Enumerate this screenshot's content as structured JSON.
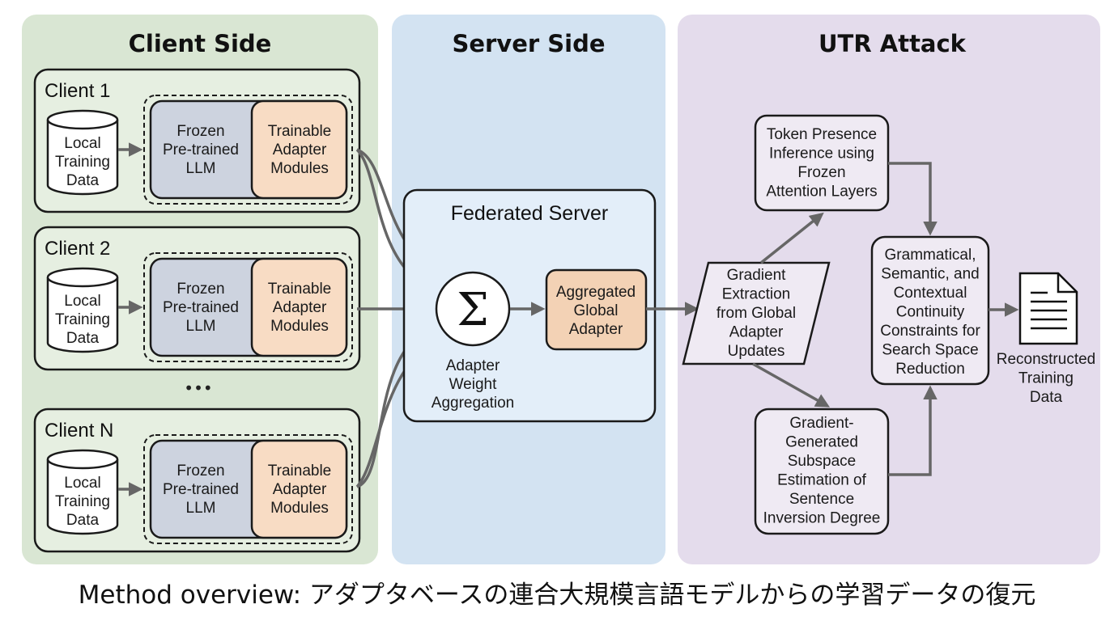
{
  "panels": {
    "client": {
      "title": "Client Side",
      "color": "#d9e6d3"
    },
    "server": {
      "title": "Server Side",
      "color": "#d3e3f2"
    },
    "attack": {
      "title": "UTR Attack",
      "color": "#e4dcec"
    }
  },
  "clients": [
    {
      "name": "Client 1",
      "data": [
        "Local",
        "Training",
        "Data"
      ],
      "frozen": [
        "Frozen",
        "Pre-trained",
        "LLM"
      ],
      "adapter": [
        "Trainable",
        "Adapter",
        "Modules"
      ]
    },
    {
      "name": "Client 2",
      "data": [
        "Local",
        "Training",
        "Data"
      ],
      "frozen": [
        "Frozen",
        "Pre-trained",
        "LLM"
      ],
      "adapter": [
        "Trainable",
        "Adapter",
        "Modules"
      ]
    },
    {
      "name": "Client N",
      "data": [
        "Local",
        "Training",
        "Data"
      ],
      "frozen": [
        "Frozen",
        "Pre-trained",
        "LLM"
      ],
      "adapter": [
        "Trainable",
        "Adapter",
        "Modules"
      ]
    }
  ],
  "ellipsis": "•••",
  "server": {
    "title": "Federated Server",
    "sigma": "Σ",
    "aggregation_label": [
      "Adapter",
      "Weight",
      "Aggregation"
    ],
    "global_adapter": [
      "Aggregated",
      "Global",
      "Adapter"
    ]
  },
  "attack": {
    "gradient_extraction": [
      "Gradient",
      "Extraction",
      "from Global",
      "Adapter",
      "Updates"
    ],
    "token_presence": [
      "Token Presence",
      "Inference using",
      "Frozen",
      "Attention Layers"
    ],
    "subspace": [
      "Gradient-",
      "Generated",
      "Subspace",
      "Estimation of",
      "Sentence",
      "Inversion Degree"
    ],
    "constraints": [
      "Grammatical,",
      "Semantic, and",
      "Contextual",
      "Continuity",
      "Constraints for",
      "Search Space",
      "Reduction"
    ],
    "output": [
      "Reconstructed",
      "Training",
      "Data"
    ]
  },
  "caption": "Method overview: アダプタベースの連合大規模言語モデルからの学習データの復元",
  "colors": {
    "frozen": "#cdd3df",
    "adapter": "#f8dcc4",
    "global_adapter": "#f3d2b5",
    "client_box": "#e6efe1",
    "fed_box": "#e3eef9",
    "attack_box": "#efeaf3",
    "arrow": "#666666"
  }
}
